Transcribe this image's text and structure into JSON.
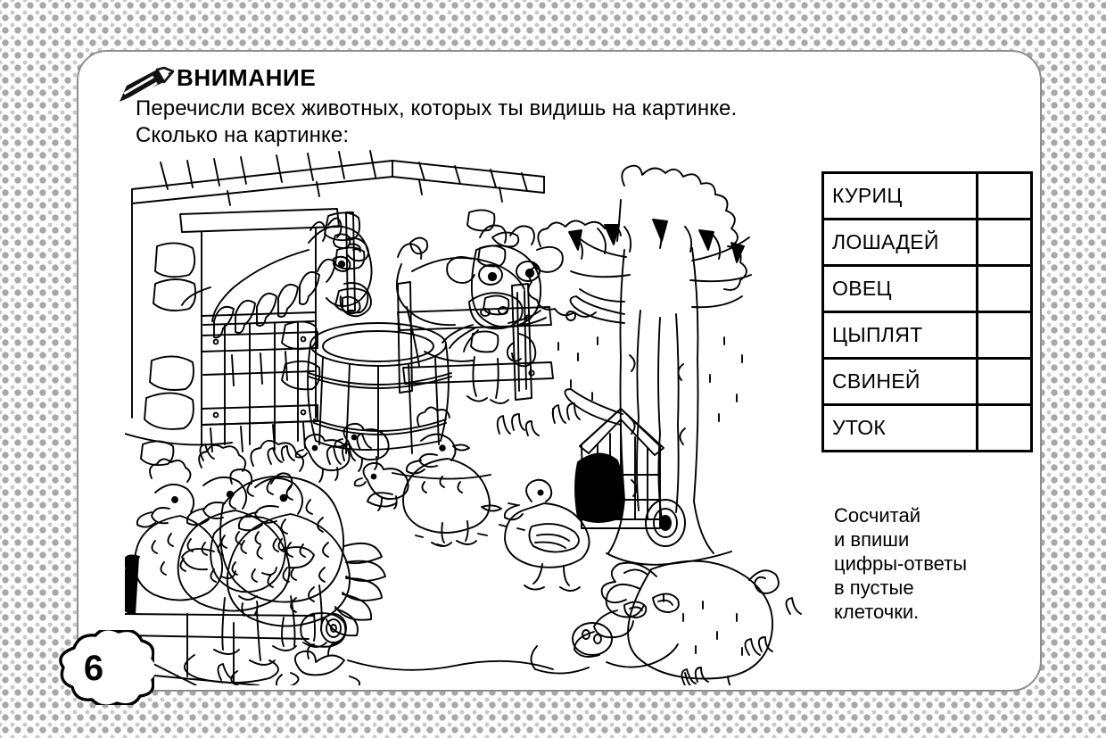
{
  "header": {
    "icon": "pencil-icon",
    "title": "ВНИМАНИЕ",
    "instruction_line1": "Перечисли всех животных, которых ты видишь на картинке.",
    "instruction_line2": "Сколько на картинке:"
  },
  "illustration": {
    "name": "farmyard-scene",
    "description": "Черно-белый рисунок-раскраска: скотный двор",
    "animals": [
      "лошадь",
      "корова",
      "курицы",
      "цыплята",
      "овца",
      "свинья",
      "утка"
    ],
    "objects": [
      "сарай",
      "деревянная дверь",
      "бочка",
      "забор",
      "дерево",
      "будка",
      "лужа",
      "бревно"
    ]
  },
  "table": {
    "name": "answers-table",
    "rows": [
      {
        "label": "КУРИЦ",
        "answer": ""
      },
      {
        "label": "ЛОШАДЕЙ",
        "answer": ""
      },
      {
        "label": "ОВЕЦ",
        "answer": ""
      },
      {
        "label": "ЦЫПЛЯТ",
        "answer": ""
      },
      {
        "label": "СВИНЕЙ",
        "answer": ""
      },
      {
        "label": "УТОК",
        "answer": ""
      }
    ]
  },
  "note": {
    "line1": "Сосчитай",
    "line2": "и впиши",
    "line3": "цифры-ответы",
    "line4": "в пустые",
    "line5": "клеточки."
  },
  "page_number": "6",
  "colors": {
    "ink": "#000000",
    "card_background": "#ffffff",
    "card_border": "#8e8e8e",
    "page_pattern": "#a8a8a8"
  }
}
